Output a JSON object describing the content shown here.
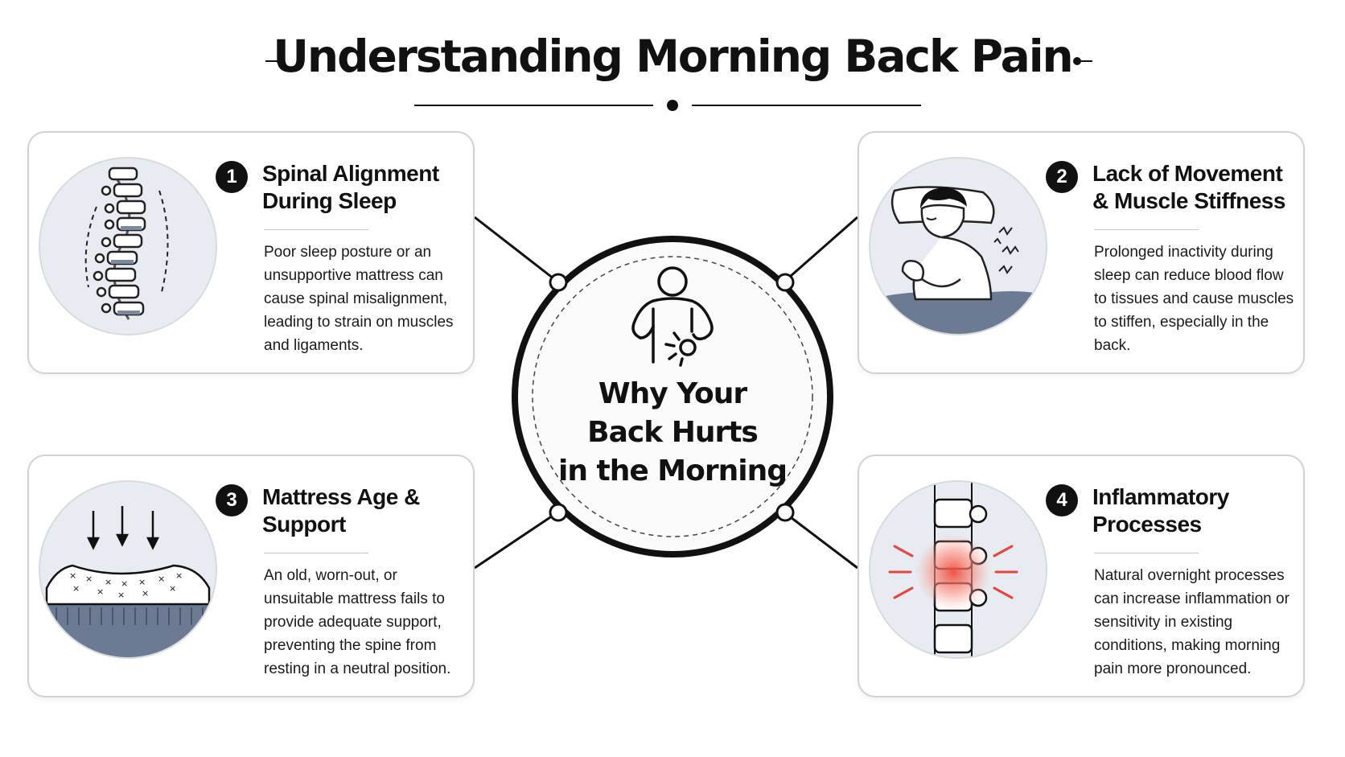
{
  "title": "Understanding Morning Back Pain",
  "center": {
    "lines": [
      "Why Your",
      "Back Hurts",
      "in the Morning"
    ]
  },
  "cards": [
    {
      "number": "1",
      "title": "Spinal Alignment During Sleep",
      "description": "Poor sleep posture or an unsupportive mattress can cause spinal misalignment, leading to strain on muscles and ligaments.",
      "icon": "spine-icon"
    },
    {
      "number": "2",
      "title": "Lack of Movement & Muscle Stiffness",
      "description": "Prolonged inactivity during sleep can reduce blood flow to tissues and cause muscles to stiffen, especially in the back.",
      "icon": "sleeping-person-icon"
    },
    {
      "number": "3",
      "title": "Mattress Age & Support",
      "description": "An old, worn-out, or unsuitable mattress fails to provide adequate support, preventing the spine from resting in a neutral position.",
      "icon": "mattress-icon"
    },
    {
      "number": "4",
      "title": "Inflammatory Processes",
      "description": "Natural overnight processes can increase inflammation or sensitivity in existing conditions, making morning pain more pronounced.",
      "icon": "inflamed-spine-icon"
    }
  ],
  "colors": {
    "ink": "#111111",
    "card_border": "#d2d2d2",
    "icon_bg": "#e8ecf2",
    "slate": "#7c8aa0",
    "inflammation": "#e8453a"
  }
}
